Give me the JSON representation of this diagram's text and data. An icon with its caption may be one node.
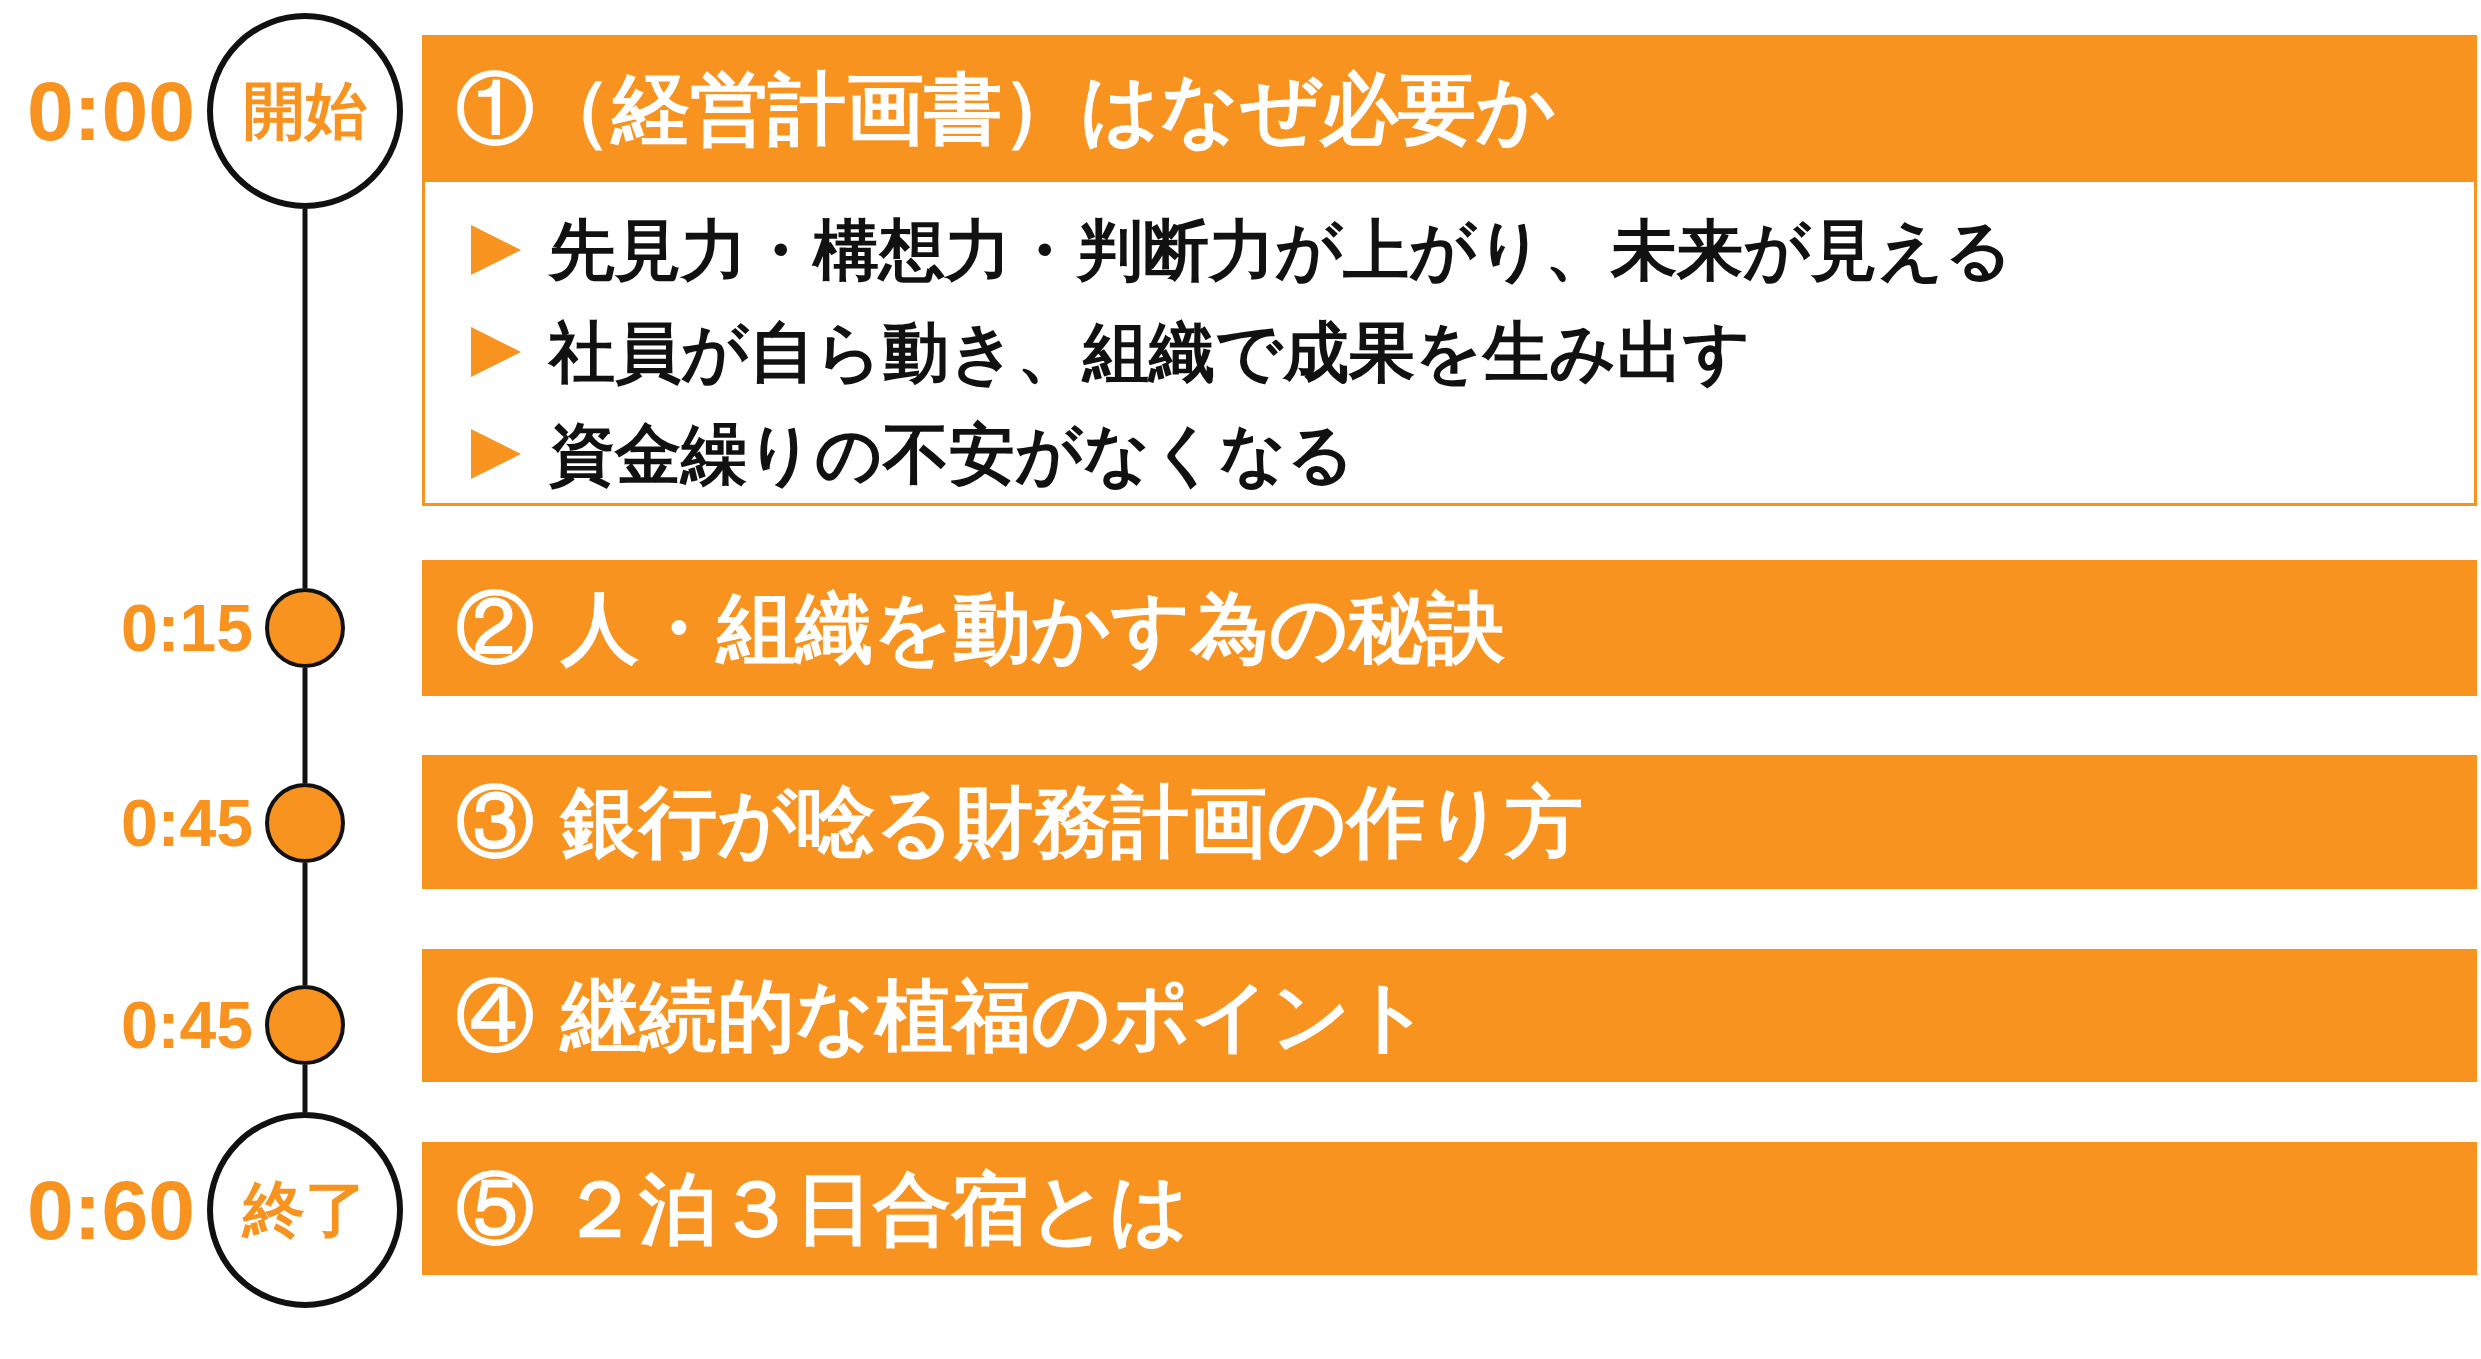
{
  "diagram": {
    "nodes": [
      {
        "text": [
          "開始"
        ],
        "beside": [
          "0:00"
        ]
      },
      {
        "text": [
          "①（経営計画書）はなぜ必要か",
          "先見力・構想力・判断力が上がり、未来が見える",
          "社員が自ら動き、組織で成果を生み出す",
          "資金繰りの不安がなくなる"
        ]
      },
      {
        "text": [],
        "shape": "circle",
        "beside": [
          "0:15"
        ]
      },
      {
        "text": [
          "② 人・組織を動かす為の秘訣"
        ]
      },
      {
        "text": [],
        "shape": "circle",
        "beside": [
          "0:45"
        ]
      },
      {
        "text": [
          "③ 銀行が唸る財務計画の作り方"
        ]
      },
      {
        "text": [],
        "shape": "circle",
        "beside": [
          "0:45"
        ]
      },
      {
        "text": [
          "④ 継続的な植福のポイント"
        ]
      },
      {
        "text": [
          "終了"
        ],
        "beside": [
          "0:60"
        ]
      },
      {
        "text": [
          "⑤ ２泊３日合宿とは"
        ]
      }
    ],
    "edges": [
      {
        "from": 0,
        "to": 2,
        "arrow": "none"
      },
      {
        "from": 2,
        "to": 4,
        "arrow": "none"
      },
      {
        "from": 4,
        "to": 6,
        "arrow": "none"
      },
      {
        "from": 6,
        "to": 8,
        "arrow": "none"
      }
    ]
  }
}
